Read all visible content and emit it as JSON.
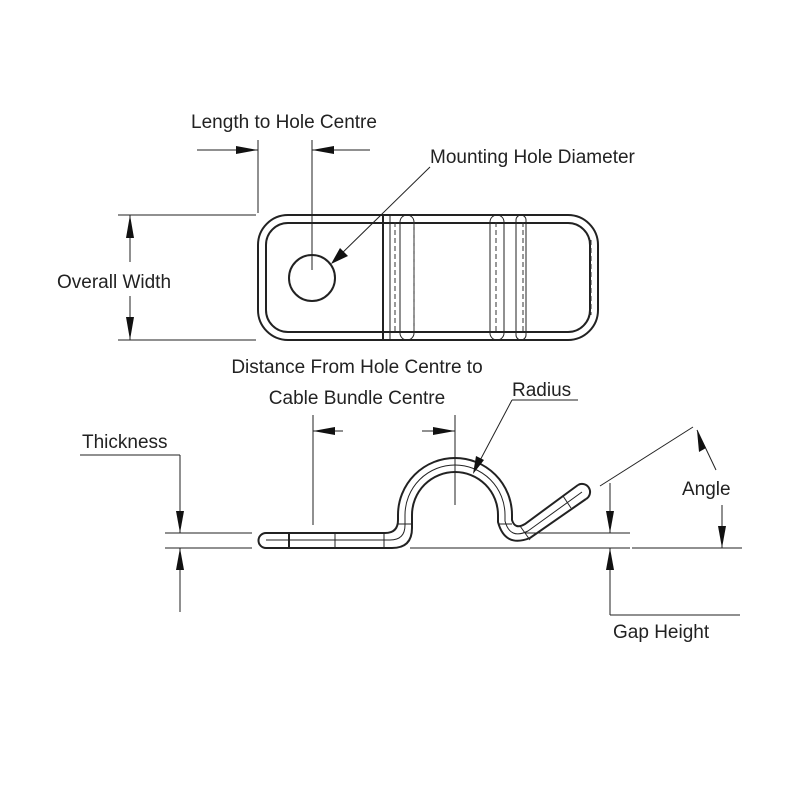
{
  "title": "Cable Clip Dimension Diagram",
  "labels": {
    "length_to_hole_centre": "Length to Hole Centre",
    "mounting_hole_diameter": "Mounting Hole Diameter",
    "overall_width": "Overall Width",
    "distance_line1": "Distance From Hole Centre to",
    "distance_line2": "Cable Bundle Centre",
    "radius": "Radius",
    "thickness": "Thickness",
    "angle": "Angle",
    "gap_height": "Gap Height"
  },
  "colors": {
    "line": "#222222",
    "background": "#ffffff"
  }
}
